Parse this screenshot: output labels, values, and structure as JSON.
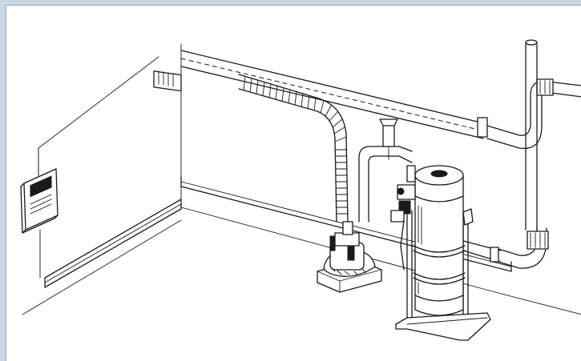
{
  "figure": {
    "kind": "line-art illustration",
    "colors": {
      "frame": "#c9d6e6",
      "paper": "#ffffff",
      "ink": "#1a1a1a"
    },
    "components": [
      "wall-control-panel",
      "wall-baseboard",
      "ceiling-tubing",
      "flexible-hose",
      "sump-pump",
      "central-vacuum-canister",
      "canister-stand",
      "vertical-pipe",
      "floor-pipe"
    ]
  }
}
